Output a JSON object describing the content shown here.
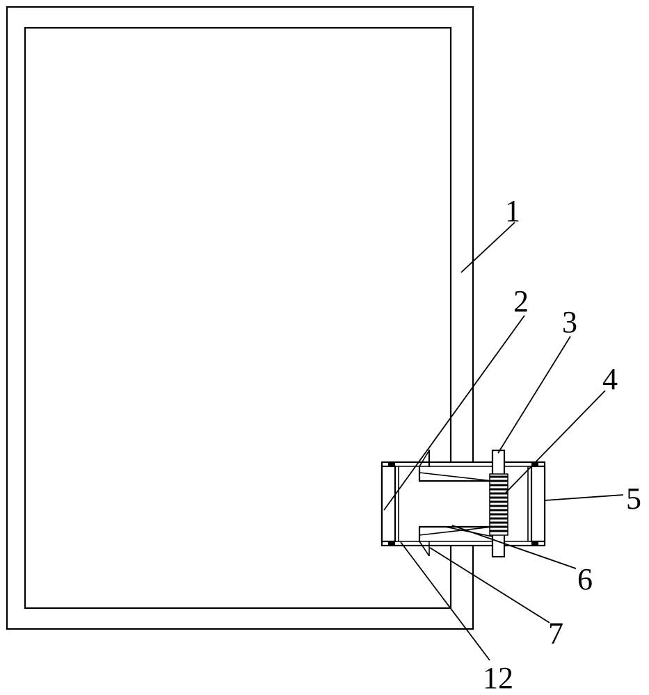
{
  "labels": {
    "l1": "1",
    "l2": "2",
    "l3": "3",
    "l4": "4",
    "l5": "5",
    "l6": "6",
    "l7": "7",
    "l12": "12"
  }
}
